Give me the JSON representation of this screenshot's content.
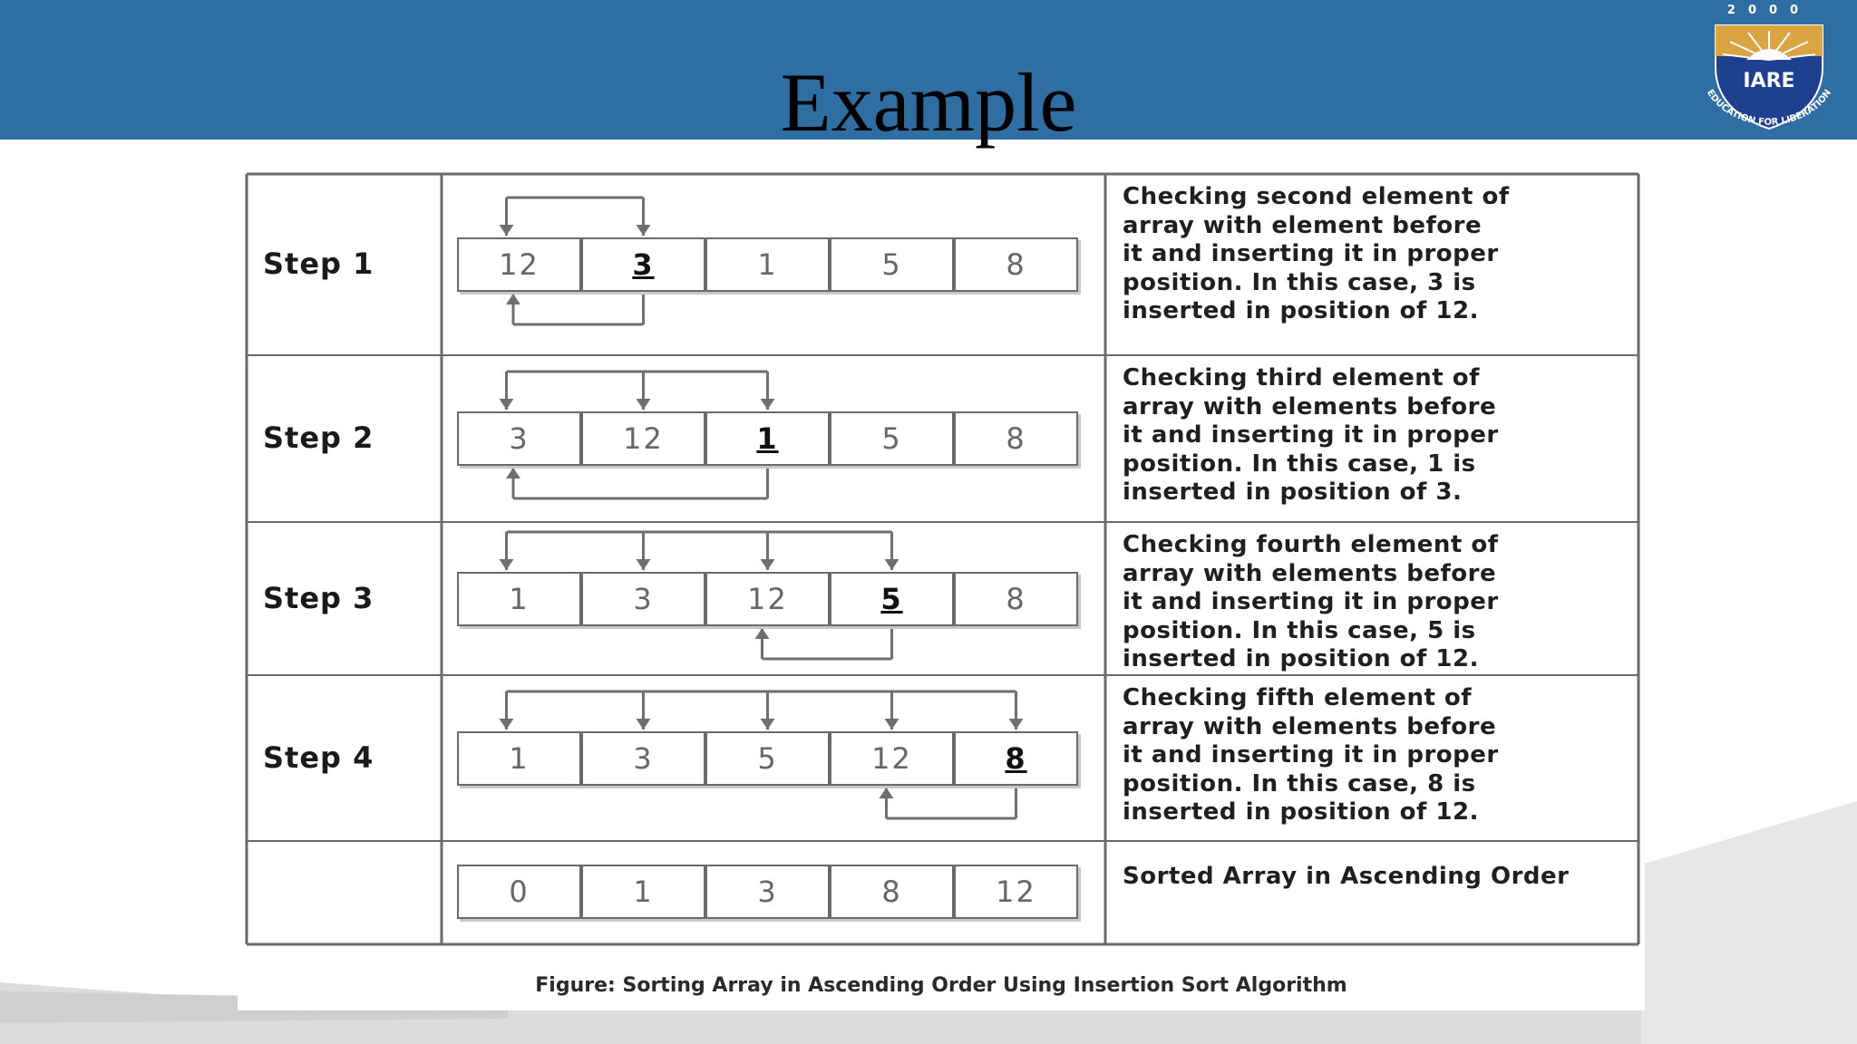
{
  "header": {
    "title": "Example"
  },
  "logo": {
    "year": "2000",
    "name": "IARE",
    "motto": "EDUCATION FOR LIBERATION"
  },
  "figure": {
    "rows": [
      {
        "label": "Step 1",
        "cells": [
          "12",
          "3",
          "1",
          "5",
          "8"
        ],
        "key_index": 1,
        "description": "Checking second element of\n array with element before\n it and inserting it in proper\n position. In this case, 3 is\n inserted in position of 12."
      },
      {
        "label": "Step 2",
        "cells": [
          "3",
          "12",
          "1",
          "5",
          "8"
        ],
        "key_index": 2,
        "description": "Checking third element of\narray with elements before\nit and inserting it in proper\nposition. In this case, 1 is\ninserted in position of 3."
      },
      {
        "label": "Step 3",
        "cells": [
          "1",
          "3",
          "12",
          "5",
          "8"
        ],
        "key_index": 3,
        "description": "Checking fourth element of\narray with elements before\nit and inserting it in proper\nposition. In this case, 5 is\ninserted in position of 12."
      },
      {
        "label": "Step 4",
        "cells": [
          "1",
          "3",
          "5",
          "12",
          "8"
        ],
        "key_index": 4,
        "description": "Checking fifth element of\narray with elements before\nit and inserting it in proper\nposition. In this case, 8 is\ninserted in position of 12."
      },
      {
        "label": "",
        "cells": [
          "0",
          "1",
          "3",
          "8",
          "12"
        ],
        "key_index": -1,
        "description": "Sorted Array in Ascending Order"
      }
    ],
    "caption": "Figure: Sorting Array in Ascending Order Using Insertion Sort Algorithm"
  },
  "colors": {
    "header_bg": "#2f6ea3",
    "border": "#6a6a6a",
    "arrow": "#6f6f6f",
    "logo_blue": "#1f3f8f",
    "logo_gold": "#d9a441"
  }
}
